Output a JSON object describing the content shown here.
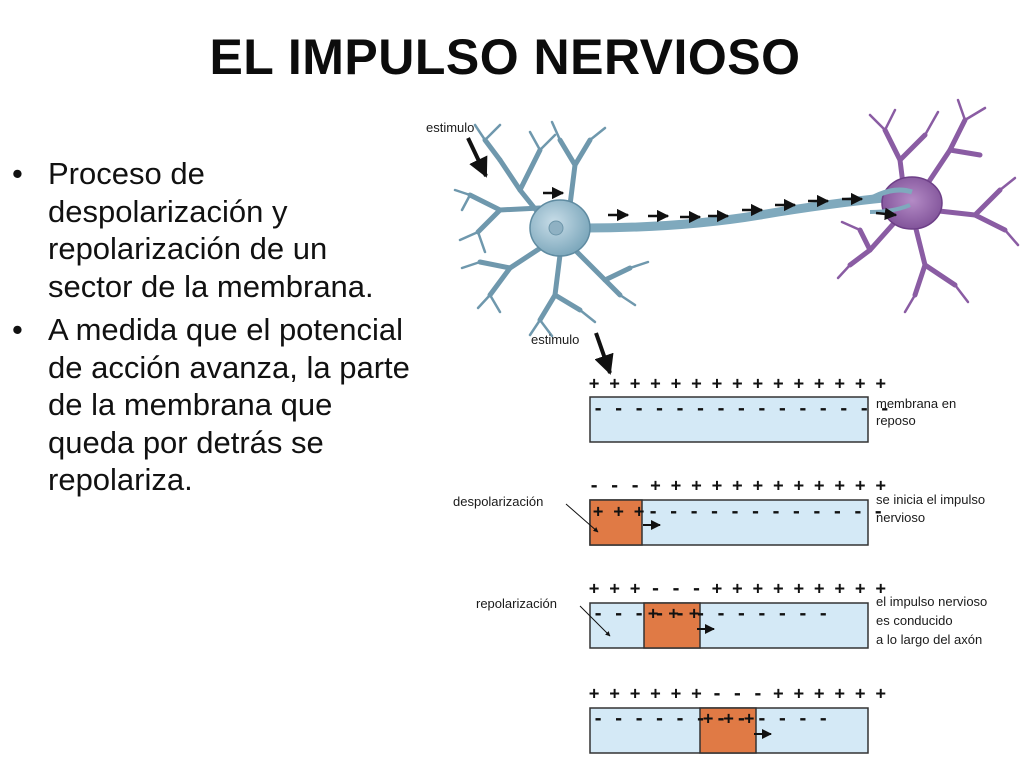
{
  "slide": {
    "title": "EL IMPULSO NERVIOSO",
    "bullets": [
      "Proceso de despolarización y repolarización de un sector de la membrana.",
      "A medida que el potencial de acción avanza, la parte de la membrana que queda por detrás se repolariza."
    ]
  },
  "neuron_figure": {
    "stimulus_label": "estimulo",
    "colors": {
      "axon_neuron": "#7fa9bd",
      "target_neuron": "#9a6fae",
      "arrows": "#111111"
    }
  },
  "membrane_figure": {
    "stimulus_label": "estimulo",
    "colors": {
      "membrane_fill": "#d4e9f6",
      "depolarized_fill": "#e07a45",
      "border": "#333333"
    },
    "rows": [
      {
        "top_signs": "+ + + + + + + + + + + + + + +",
        "bottom_signs": "- - - - - -  - - - - - - - - -",
        "inner_signs": "",
        "left_label": "",
        "right_label": [
          "membrana en",
          "reposo"
        ]
      },
      {
        "top_signs": "- - - + + + + + + + + + + + +",
        "bottom_signs": "- - - - - - - - - - - -",
        "inner_signs": "+ + +",
        "left_label": "despolarización",
        "right_label": [
          "se inicia el impulso",
          "nervioso"
        ]
      },
      {
        "top_signs": "+ + +  - - -  + + + + + + + + +",
        "bottom_signs": "- - -          - - - - - - - - -",
        "inner_signs": "+ + +",
        "left_label": "repolarización",
        "right_label": [
          "el impulso nervioso",
          "es conducido",
          "a lo largo del axón"
        ]
      },
      {
        "top_signs": "+ + + + + +  - - -  + + + + + +",
        "bottom_signs": "- - - - - -          - - - - - -",
        "inner_signs": "+ + +",
        "left_label": "",
        "right_label": []
      }
    ]
  }
}
